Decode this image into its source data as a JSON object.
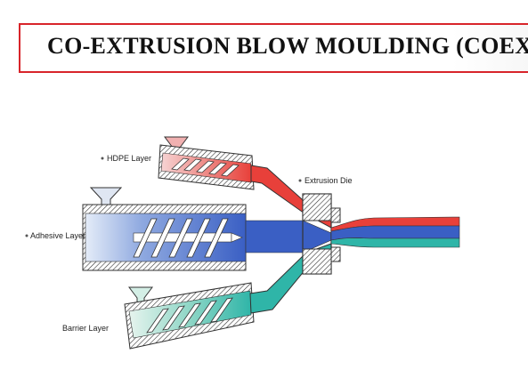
{
  "title": "CO-EXTRUSION BLOW MOULDING (COEX)",
  "labels": {
    "hdpe": "HDPE Layer",
    "die": "Extrusion Die",
    "adhesive": "Adhesive Layer",
    "barrier": "Barrier Layer"
  },
  "colors": {
    "title_border": "#d8242a",
    "hdpe": "#e8403a",
    "adhesive": "#3a5fc4",
    "barrier": "#2fb5a8"
  }
}
